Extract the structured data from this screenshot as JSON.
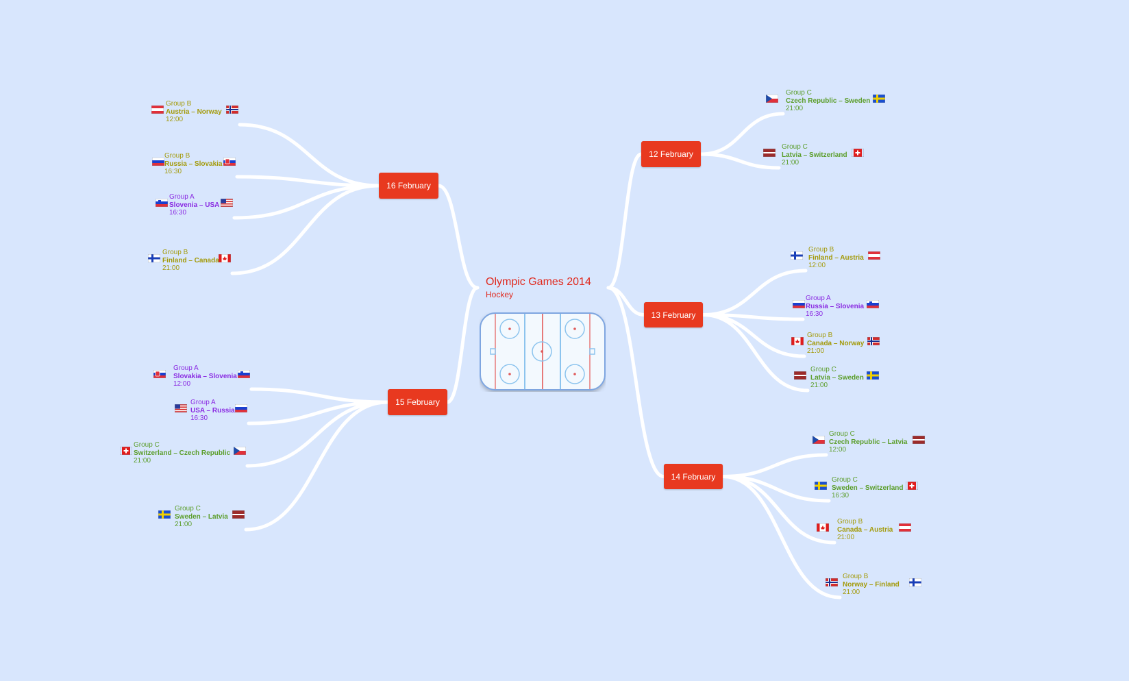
{
  "central": {
    "title": "Olympic Games 2014",
    "subtitle": "Hockey",
    "image_icon": "hockey-rink"
  },
  "colors": {
    "node": "#e8391f",
    "title": "#e0281c",
    "Group A": "#8a2be2",
    "Group B": "#a39a0a",
    "Group C": "#5c9e2c",
    "link": "#ffffff"
  },
  "dates": [
    {
      "label": "12 February",
      "matches": [
        {
          "group": "Group C",
          "teams": "Czech Republic – Sweden",
          "time": "21:00",
          "flags": [
            "cz",
            "se"
          ]
        },
        {
          "group": "Group C",
          "teams": "Latvia – Switzerland",
          "time": "21:00",
          "flags": [
            "lv",
            "ch"
          ]
        }
      ]
    },
    {
      "label": "13 February",
      "matches": [
        {
          "group": "Group B",
          "teams": "Finland – Austria",
          "time": "12:00",
          "flags": [
            "fi",
            "at"
          ]
        },
        {
          "group": "Group A",
          "teams": "Russia – Slovenia",
          "time": "16:30",
          "flags": [
            "ru",
            "si"
          ]
        },
        {
          "group": "Group B",
          "teams": "Canada – Norway",
          "time": "21:00",
          "flags": [
            "ca",
            "no"
          ]
        },
        {
          "group": "Group C",
          "teams": "Latvia – Sweden",
          "time": "21:00",
          "flags": [
            "lv",
            "se"
          ]
        }
      ]
    },
    {
      "label": "14 February",
      "matches": [
        {
          "group": "Group C",
          "teams": "Czech Republic – Latvia",
          "time": "12:00",
          "flags": [
            "cz",
            "lv"
          ]
        },
        {
          "group": "Group C",
          "teams": "Sweden – Switzerland",
          "time": "16:30",
          "flags": [
            "se",
            "ch"
          ]
        },
        {
          "group": "Group B",
          "teams": "Canada –  Austria",
          "time": "21:00",
          "flags": [
            "ca",
            "at"
          ]
        },
        {
          "group": "Group B",
          "teams": "Norway – Finland",
          "time": "21:00",
          "flags": [
            "no",
            "fi"
          ]
        }
      ]
    },
    {
      "label": "16 February",
      "matches": [
        {
          "group": "Group B",
          "teams": "Austria – Norway",
          "time": "12:00",
          "flags": [
            "at",
            "no"
          ]
        },
        {
          "group": "Group B",
          "teams": "Russia – Slovakia",
          "time": "16:30",
          "flags": [
            "ru",
            "sk"
          ]
        },
        {
          "group": "Group A",
          "teams": "Slovenia – USA",
          "time": "16:30",
          "flags": [
            "si",
            "us"
          ]
        },
        {
          "group": "Group B",
          "teams": "Finland – Canada",
          "time": "21:00",
          "flags": [
            "fi",
            "ca"
          ]
        }
      ]
    },
    {
      "label": "15 February",
      "matches": [
        {
          "group": "Group A",
          "teams": "Slovakia – Slovenia",
          "time": "12:00",
          "flags": [
            "sk",
            "si"
          ]
        },
        {
          "group": "Group A",
          "teams": "USA – Russia",
          "time": "16:30",
          "flags": [
            "us",
            "ru"
          ]
        },
        {
          "group": "Group C",
          "teams": "Switzerland – Czech Republic",
          "time": "21:00",
          "flags": [
            "ch",
            "cz"
          ]
        },
        {
          "group": "Group C",
          "teams": "Sweden –  Latvia",
          "time": "21:00",
          "flags": [
            "se",
            "lv"
          ]
        }
      ]
    }
  ]
}
